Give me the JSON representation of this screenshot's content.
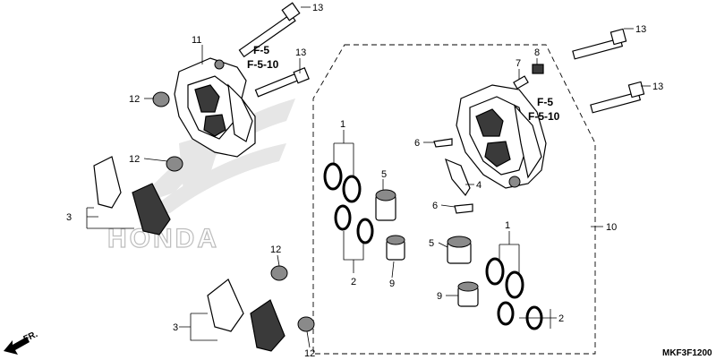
{
  "labels": {
    "n1a": "1",
    "n1b": "1",
    "n2a": "2",
    "n2b": "2",
    "n3a": "3",
    "n3b": "3",
    "n4": "4",
    "n5a": "5",
    "n5b": "5",
    "n6a": "6",
    "n6b": "6",
    "n7": "7",
    "n8": "8",
    "n9a": "9",
    "n9b": "9",
    "n10": "10",
    "n11": "11",
    "n12a": "12",
    "n12b": "12",
    "n12c": "12",
    "n12d": "12",
    "n13a": "13",
    "n13b": "13",
    "n13c": "13",
    "n13d": "13"
  },
  "refs": {
    "left_line1": "F-5",
    "left_line2": "F-5-10",
    "right_line1": "F-5",
    "right_line2": "F-5-10"
  },
  "watermark": "HONDA",
  "direction": "FR.",
  "diagram_code": "MKF3F1200"
}
